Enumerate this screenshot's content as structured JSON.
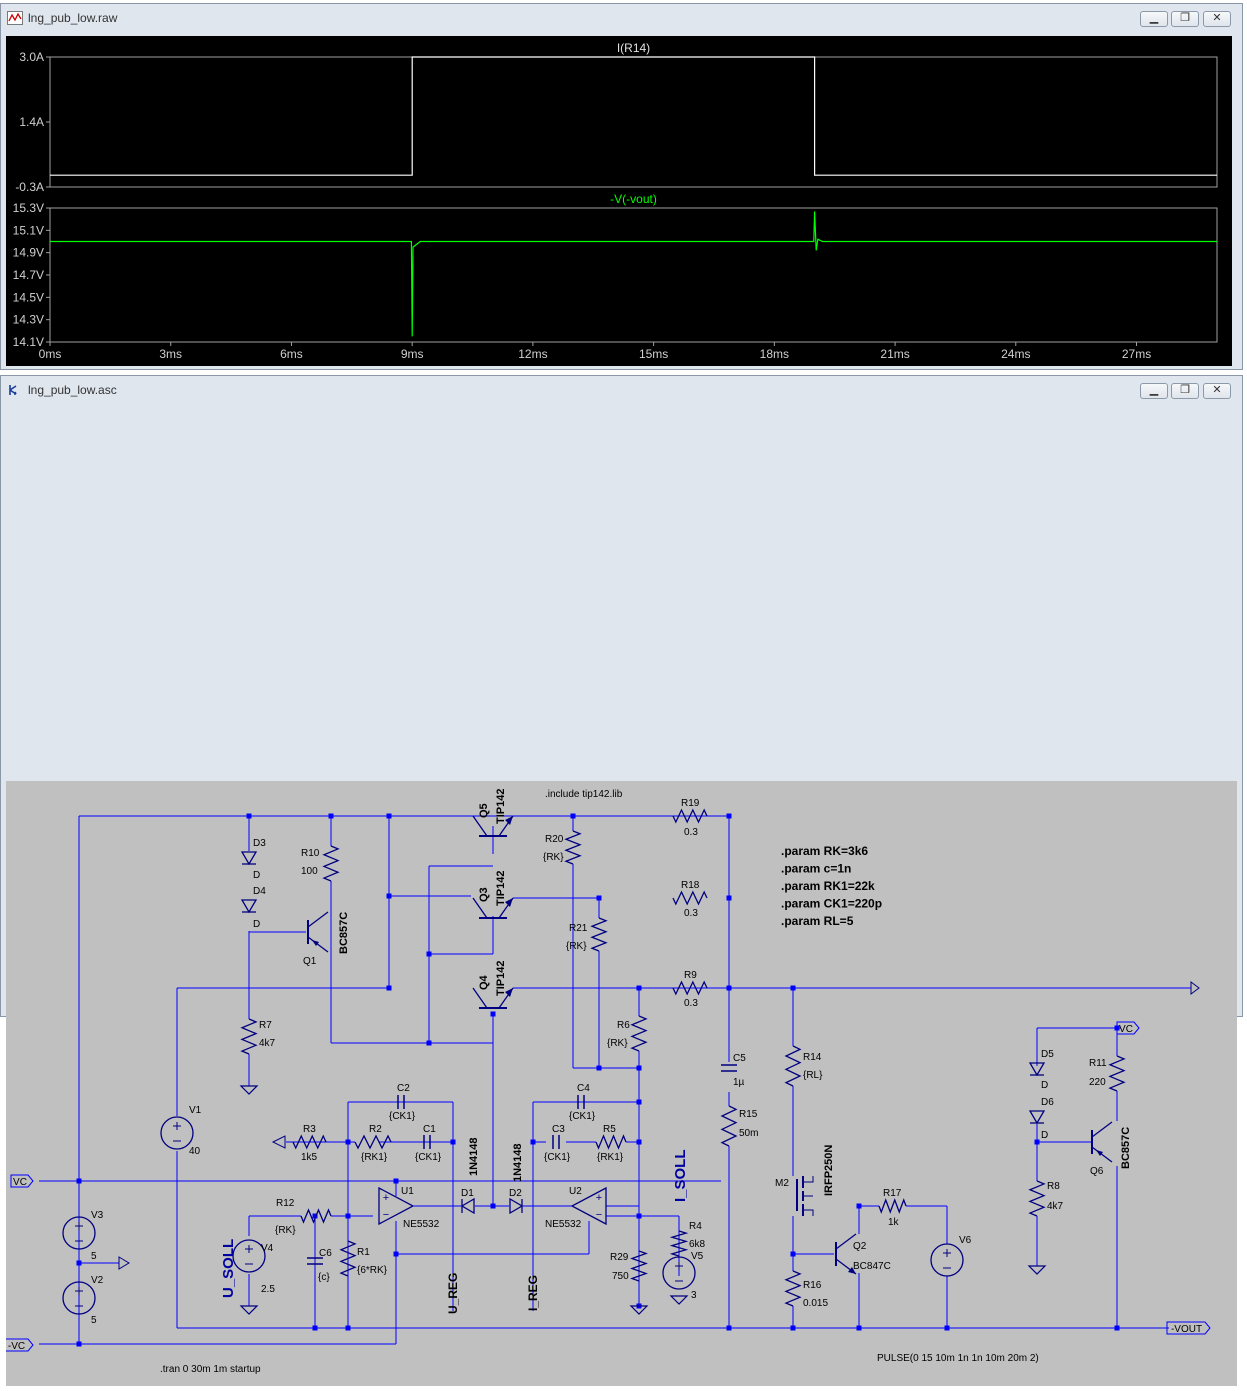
{
  "waveform_window": {
    "title": "lng_pub_low.raw",
    "buttons": {
      "minimize": "▁",
      "restore": "❐",
      "close": "✕"
    }
  },
  "chart_data": {
    "type": "line",
    "x_ticks": [
      "0ms",
      "3ms",
      "6ms",
      "9ms",
      "12ms",
      "15ms",
      "18ms",
      "21ms",
      "24ms",
      "27ms"
    ],
    "xlim": [
      0,
      29
    ],
    "panes": [
      {
        "title": "I(R14)",
        "color": "#ffffff",
        "y_ticks": [
          "3.0A",
          "1.4A",
          "-0.3A"
        ],
        "ylim": [
          -0.3,
          3.0
        ],
        "x": [
          0,
          9.0,
          9.0,
          19.0,
          19.0,
          29
        ],
        "y": [
          0,
          0,
          3.0,
          3.0,
          0,
          0
        ]
      },
      {
        "title": "-V(-vout)",
        "color": "#00ff00",
        "y_ticks": [
          "15.3V",
          "15.1V",
          "14.9V",
          "14.7V",
          "14.5V",
          "14.3V",
          "14.1V"
        ],
        "ylim": [
          14.1,
          15.3
        ],
        "x": [
          0,
          8.98,
          9.0,
          9.02,
          9.2,
          18.98,
          19.0,
          19.04,
          19.08,
          19.2,
          29
        ],
        "y": [
          15.0,
          15.0,
          14.15,
          14.95,
          15.0,
          15.0,
          15.27,
          14.92,
          15.02,
          15.0,
          15.0
        ]
      }
    ]
  },
  "schematic_window": {
    "title": "lng_pub_low.asc",
    "buttons": {
      "minimize": "▁",
      "restore": "❐",
      "close": "✕"
    }
  },
  "schematic": {
    "directives": {
      "include": ".include tip142.lib",
      "params": [
        ".param RK=3k6",
        ".param c=1n",
        ".param RK1=22k",
        ".param CK1=220p",
        ".param RL=5"
      ],
      "tran": ".tran 0 30m 1m startup",
      "pulse": "PULSE(0 15 10m 1n 1n 10m 20m 2)"
    },
    "transistors": {
      "q5": {
        "name": "Q5",
        "model": "TIP142"
      },
      "q3": {
        "name": "Q3",
        "model": "TIP142"
      },
      "q4": {
        "name": "Q4",
        "model": "TIP142"
      },
      "q1": {
        "name": "Q1",
        "model": "BC857C"
      },
      "q6": {
        "name": "Q6",
        "model": "BC857C"
      },
      "q2": {
        "name": "Q2",
        "model": "BC847C"
      },
      "m2": {
        "name": "M2",
        "model": "IRFP250N"
      }
    },
    "resistors": {
      "r19": {
        "name": "R19",
        "value": "0.3"
      },
      "r18": {
        "name": "R18",
        "value": "0.3"
      },
      "r9": {
        "name": "R9",
        "value": "0.3"
      },
      "r20": {
        "name": "R20",
        "value": "{RK}"
      },
      "r21": {
        "name": "R21",
        "value": "{RK}"
      },
      "r6": {
        "name": "R6",
        "value": "{RK}"
      },
      "r10": {
        "name": "R10",
        "value": "100"
      },
      "r7": {
        "name": "R7",
        "value": "4k7"
      },
      "r3": {
        "name": "R3",
        "value": "1k5"
      },
      "r2": {
        "name": "R2",
        "value": "{RK1}"
      },
      "r5": {
        "name": "R5",
        "value": "{RK1}"
      },
      "r12": {
        "name": "R12",
        "value": "{RK}"
      },
      "r1": {
        "name": "R1",
        "value": "{6*RK}"
      },
      "r29": {
        "name": "R29",
        "value": "750"
      },
      "r4": {
        "name": "R4",
        "value": "6k8"
      },
      "r14": {
        "name": "R14",
        "value": "{RL}"
      },
      "r15": {
        "name": "R15",
        "value": "50m"
      },
      "r16": {
        "name": "R16",
        "value": "0.015"
      },
      "r17": {
        "name": "R17",
        "value": "1k"
      },
      "r11": {
        "name": "R11",
        "value": "220"
      },
      "r8": {
        "name": "R8",
        "value": "4k7"
      }
    },
    "capacitors": {
      "c2": {
        "name": "C2",
        "value": "{CK1}"
      },
      "c1": {
        "name": "C1",
        "value": "{CK1}"
      },
      "c4": {
        "name": "C4",
        "value": "{CK1}"
      },
      "c3": {
        "name": "C3",
        "value": "{CK1}"
      },
      "c6": {
        "name": "C6",
        "value": "{c}"
      },
      "c5": {
        "name": "C5",
        "value": "1µ"
      }
    },
    "diodes": {
      "d3": {
        "name": "D3",
        "value": "D"
      },
      "d4": {
        "name": "D4",
        "value": "D"
      },
      "d5": {
        "name": "D5",
        "value": "D"
      },
      "d6": {
        "name": "D6",
        "value": "D"
      },
      "d1": {
        "name": "D1",
        "value": "1N4148"
      },
      "d2": {
        "name": "D2",
        "value": "1N4148"
      }
    },
    "opamps": {
      "u1": {
        "name": "U1",
        "model": "NE5532"
      },
      "u2": {
        "name": "U2",
        "model": "NE5532"
      }
    },
    "sources": {
      "v1": {
        "name": "V1",
        "value": "40"
      },
      "v3": {
        "name": "V3",
        "value": "5"
      },
      "v2": {
        "name": "V2",
        "value": "5"
      },
      "v4": {
        "name": "V4",
        "value": "2.5"
      },
      "v5": {
        "name": "V5",
        "value": "3"
      },
      "v6": {
        "name": "V6"
      }
    },
    "net_labels": {
      "vc": "VC",
      "neg_vc": "-VC",
      "vc_right": "VC",
      "neg_vout": "-VOUT",
      "u_soll": "U_SOLL",
      "i_soll": "I_SOLL",
      "u_reg": "U_REG",
      "i_reg": "I_REG"
    },
    "colors": {
      "wire": "#0000ff",
      "component": "#000080",
      "text": "#000000",
      "net_label": "#0000a0"
    }
  }
}
